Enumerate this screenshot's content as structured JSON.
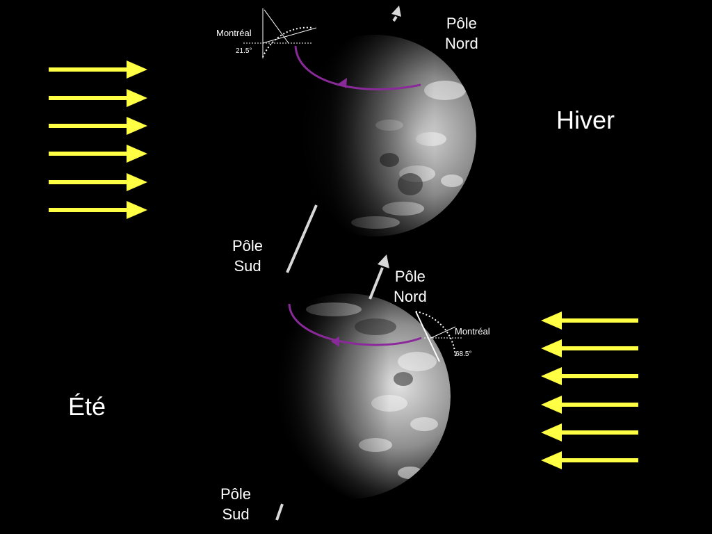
{
  "labels": {
    "winter": "Hiver",
    "summer": "Été",
    "north_pole": "Pôle\nNord",
    "south_pole": "Pôle\nSud",
    "city": "Montréal",
    "angle_winter": "21.5°",
    "angle_summer": "68.5°"
  },
  "colors": {
    "sun_rays": "#ffff44",
    "rotation_path": "#8a2a9a",
    "axis": "#d8d8d8",
    "background": "#000000"
  },
  "icons": {
    "sun_arrow": "right-arrow",
    "rotation": "circular-arrow"
  }
}
